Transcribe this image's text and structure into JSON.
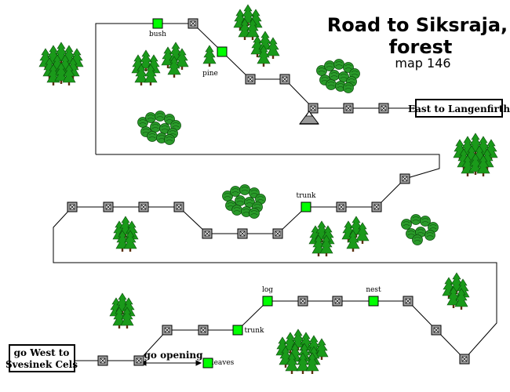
{
  "map": {
    "title_line1": "Road to Siksraja,",
    "title_line2": "forest",
    "subtitle": "map 146"
  },
  "exits": {
    "east": "East to Langenfirth",
    "west_line1": "go West to",
    "west_line2": "Svesinek Cels",
    "opening": "go opening"
  },
  "labels": {
    "bush": "bush",
    "pine": "pine",
    "trunk_upper": "trunk",
    "trunk_lower": "trunk",
    "log": "log",
    "nest": "nest",
    "leaves": "leaves"
  },
  "colors": {
    "special_room": "#00ff00",
    "room": "#a0a0a0",
    "road": "#000000",
    "tree": "#1a9a1a",
    "bush": "#1f8f1f"
  },
  "icons": {
    "room": "grey-square-x-icon",
    "special": "green-square-icon",
    "tree_cluster": "pine-tree-cluster-icon",
    "bush_cluster": "round-bush-cluster-icon",
    "mountain": "mountain-icon"
  }
}
